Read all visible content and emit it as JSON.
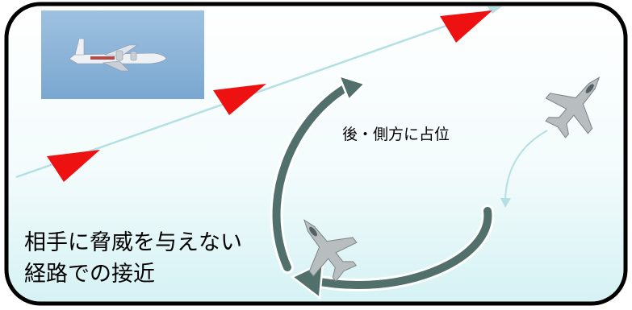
{
  "labels": {
    "maneuver": "後・側方に占位",
    "approach_line1": "相手に脅威を与えない",
    "approach_line2": "経路での接近"
  },
  "colors": {
    "frame_stroke": "#000000",
    "panel_top": "#ffffff",
    "panel_bottom": "#d9f4f6",
    "flight_path": "#b3e0e3",
    "direction_marker": "#ee1111",
    "maneuver_arrow_fill": "#51706c",
    "maneuver_arrow_outline": "#ffffff",
    "sky_photo": "#8eb6d8"
  },
  "icons": {
    "photo": "surveillance-aircraft-photo",
    "fighter_high": "fighter-jet-icon",
    "fighter_low": "fighter-jet-icon",
    "marker": "red-triangle-direction-icon"
  }
}
